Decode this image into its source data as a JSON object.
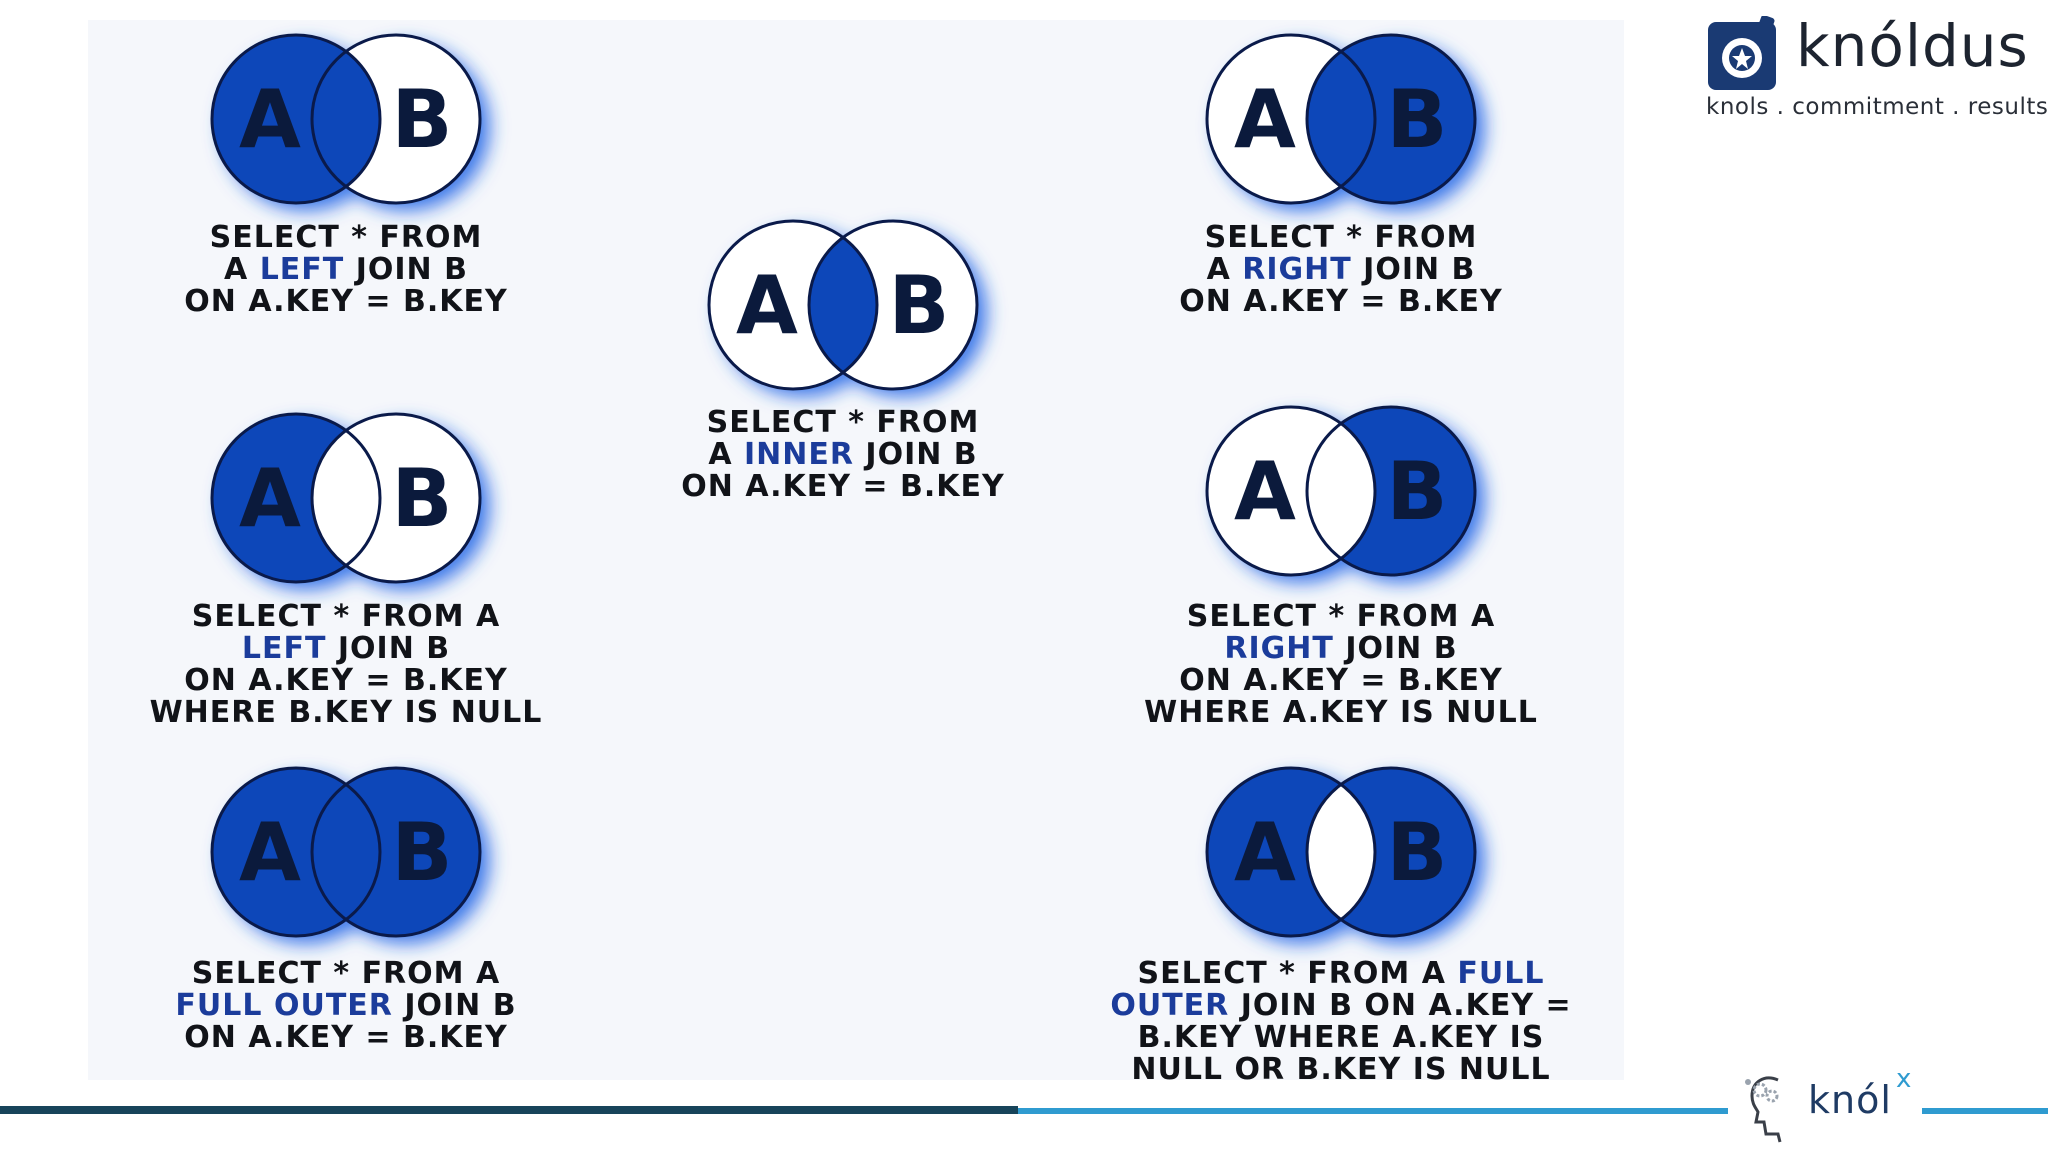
{
  "diagrams": [
    {
      "id": "left-join",
      "letter_a": "A",
      "letter_b": "B",
      "fill": [
        "a",
        "ab"
      ],
      "caption": [
        [
          {
            "t": "SELECT * FROM"
          }
        ],
        [
          {
            "t": "A "
          },
          {
            "t": "LEFT",
            "k": true
          },
          {
            "t": " JOIN B"
          }
        ],
        [
          {
            "t": "ON A.KEY = B.KEY"
          }
        ]
      ]
    },
    {
      "id": "right-join",
      "letter_a": "A",
      "letter_b": "B",
      "fill": [
        "ab",
        "b"
      ],
      "caption": [
        [
          {
            "t": "SELECT * FROM"
          }
        ],
        [
          {
            "t": "A "
          },
          {
            "t": "RIGHT",
            "k": true
          },
          {
            "t": " JOIN B"
          }
        ],
        [
          {
            "t": "ON A.KEY = B.KEY"
          }
        ]
      ]
    },
    {
      "id": "inner-join",
      "letter_a": "A",
      "letter_b": "B",
      "fill": [
        "ab"
      ],
      "caption": [
        [
          {
            "t": "SELECT * FROM"
          }
        ],
        [
          {
            "t": "A "
          },
          {
            "t": "INNER",
            "k": true
          },
          {
            "t": " JOIN B"
          }
        ],
        [
          {
            "t": "ON A.KEY = B.KEY"
          }
        ]
      ]
    },
    {
      "id": "left-exclusive-join",
      "letter_a": "A",
      "letter_b": "B",
      "fill": [
        "a"
      ],
      "caption": [
        [
          {
            "t": "SELECT * FROM A"
          }
        ],
        [
          {
            "t": "LEFT",
            "k": true
          },
          {
            "t": " JOIN B"
          }
        ],
        [
          {
            "t": "ON A.KEY = B.KEY"
          }
        ],
        [
          {
            "t": "WHERE B.KEY IS NULL"
          }
        ]
      ]
    },
    {
      "id": "right-exclusive-join",
      "letter_a": "A",
      "letter_b": "B",
      "fill": [
        "b"
      ],
      "caption": [
        [
          {
            "t": "SELECT * FROM A"
          }
        ],
        [
          {
            "t": "RIGHT",
            "k": true
          },
          {
            "t": " JOIN B"
          }
        ],
        [
          {
            "t": "ON A.KEY = B.KEY"
          }
        ],
        [
          {
            "t": "WHERE A.KEY IS NULL"
          }
        ]
      ]
    },
    {
      "id": "full-outer-join",
      "letter_a": "A",
      "letter_b": "B",
      "fill": [
        "a",
        "ab",
        "b"
      ],
      "caption": [
        [
          {
            "t": "SELECT * FROM A"
          }
        ],
        [
          {
            "t": "FULL OUTER",
            "k": true
          },
          {
            "t": " JOIN B"
          }
        ],
        [
          {
            "t": "ON A.KEY = B.KEY"
          }
        ]
      ]
    },
    {
      "id": "full-outer-exclusive-join",
      "letter_a": "A",
      "letter_b": "B",
      "fill": [
        "a",
        "b"
      ],
      "caption": [
        [
          {
            "t": "SELECT * FROM A "
          },
          {
            "t": "FULL",
            "k": true
          }
        ],
        [
          {
            "t": "OUTER",
            "k": true
          },
          {
            "t": " JOIN B ON A.KEY ="
          }
        ],
        [
          {
            "t": "B.KEY WHERE A.KEY IS"
          }
        ],
        [
          {
            "t": "NULL OR B.KEY IS NULL"
          }
        ]
      ]
    }
  ],
  "brand": {
    "name": "knóldus",
    "tagline": "knols . commitment . results"
  },
  "knolx": {
    "text": "knól",
    "sup": "x"
  },
  "colors": {
    "fill": "#0d47b9",
    "outline": "#0a1a4a",
    "glow": "#1f63e6",
    "letter": "#0b1a3c",
    "keyword": "#1b3c9b",
    "footer_dark": "#17445a",
    "footer_light": "#2f9bd0"
  }
}
